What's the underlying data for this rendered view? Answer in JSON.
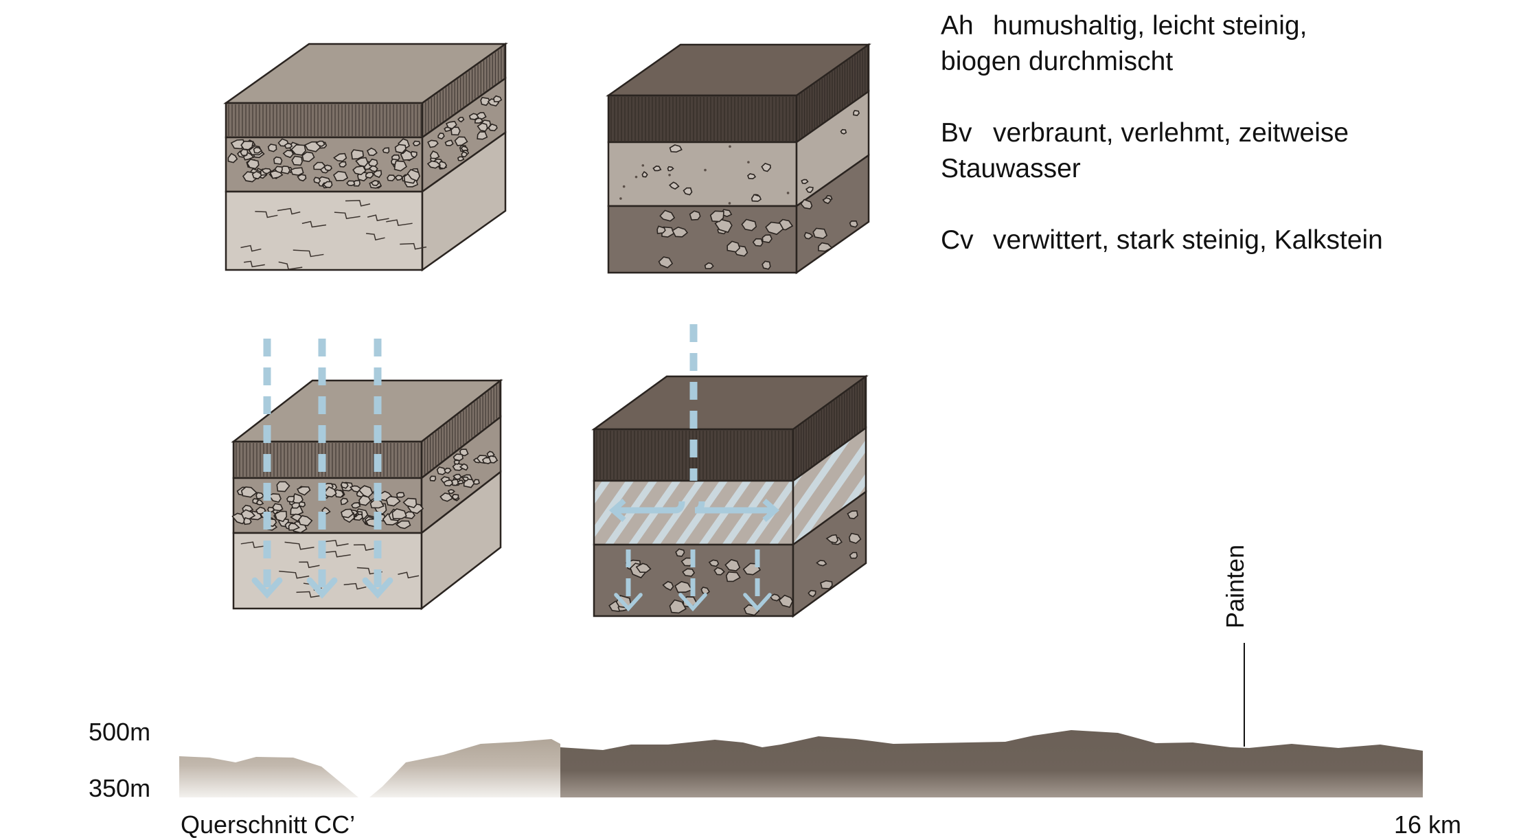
{
  "legend": [
    {
      "code": "Ah",
      "line1": "humushaltig, leicht steinig,",
      "line2": "biogen durchmischt"
    },
    {
      "code": "Bv",
      "line1": "verbraunt, verlehmt, zeitweise",
      "line2": "Stauwasser"
    },
    {
      "code": "Cv",
      "line1": "verwittert, stark steinig, Kalkstein",
      "line2": ""
    }
  ],
  "profile": {
    "y_top_label": "500m",
    "y_bottom_label": "350m",
    "title": "Querschnitt CC’",
    "distance_label": "16 km",
    "place_label": "Painten"
  },
  "colors": {
    "water": "#a9cbdc",
    "humus_light": "#7d7168",
    "humus_dark": "#4a403a",
    "limestone": "#d2cbc3",
    "bv": "#b3aaa1",
    "cv": "#7a6e66",
    "profile_light": "#b0a598",
    "profile_dark": "#6b6057"
  }
}
